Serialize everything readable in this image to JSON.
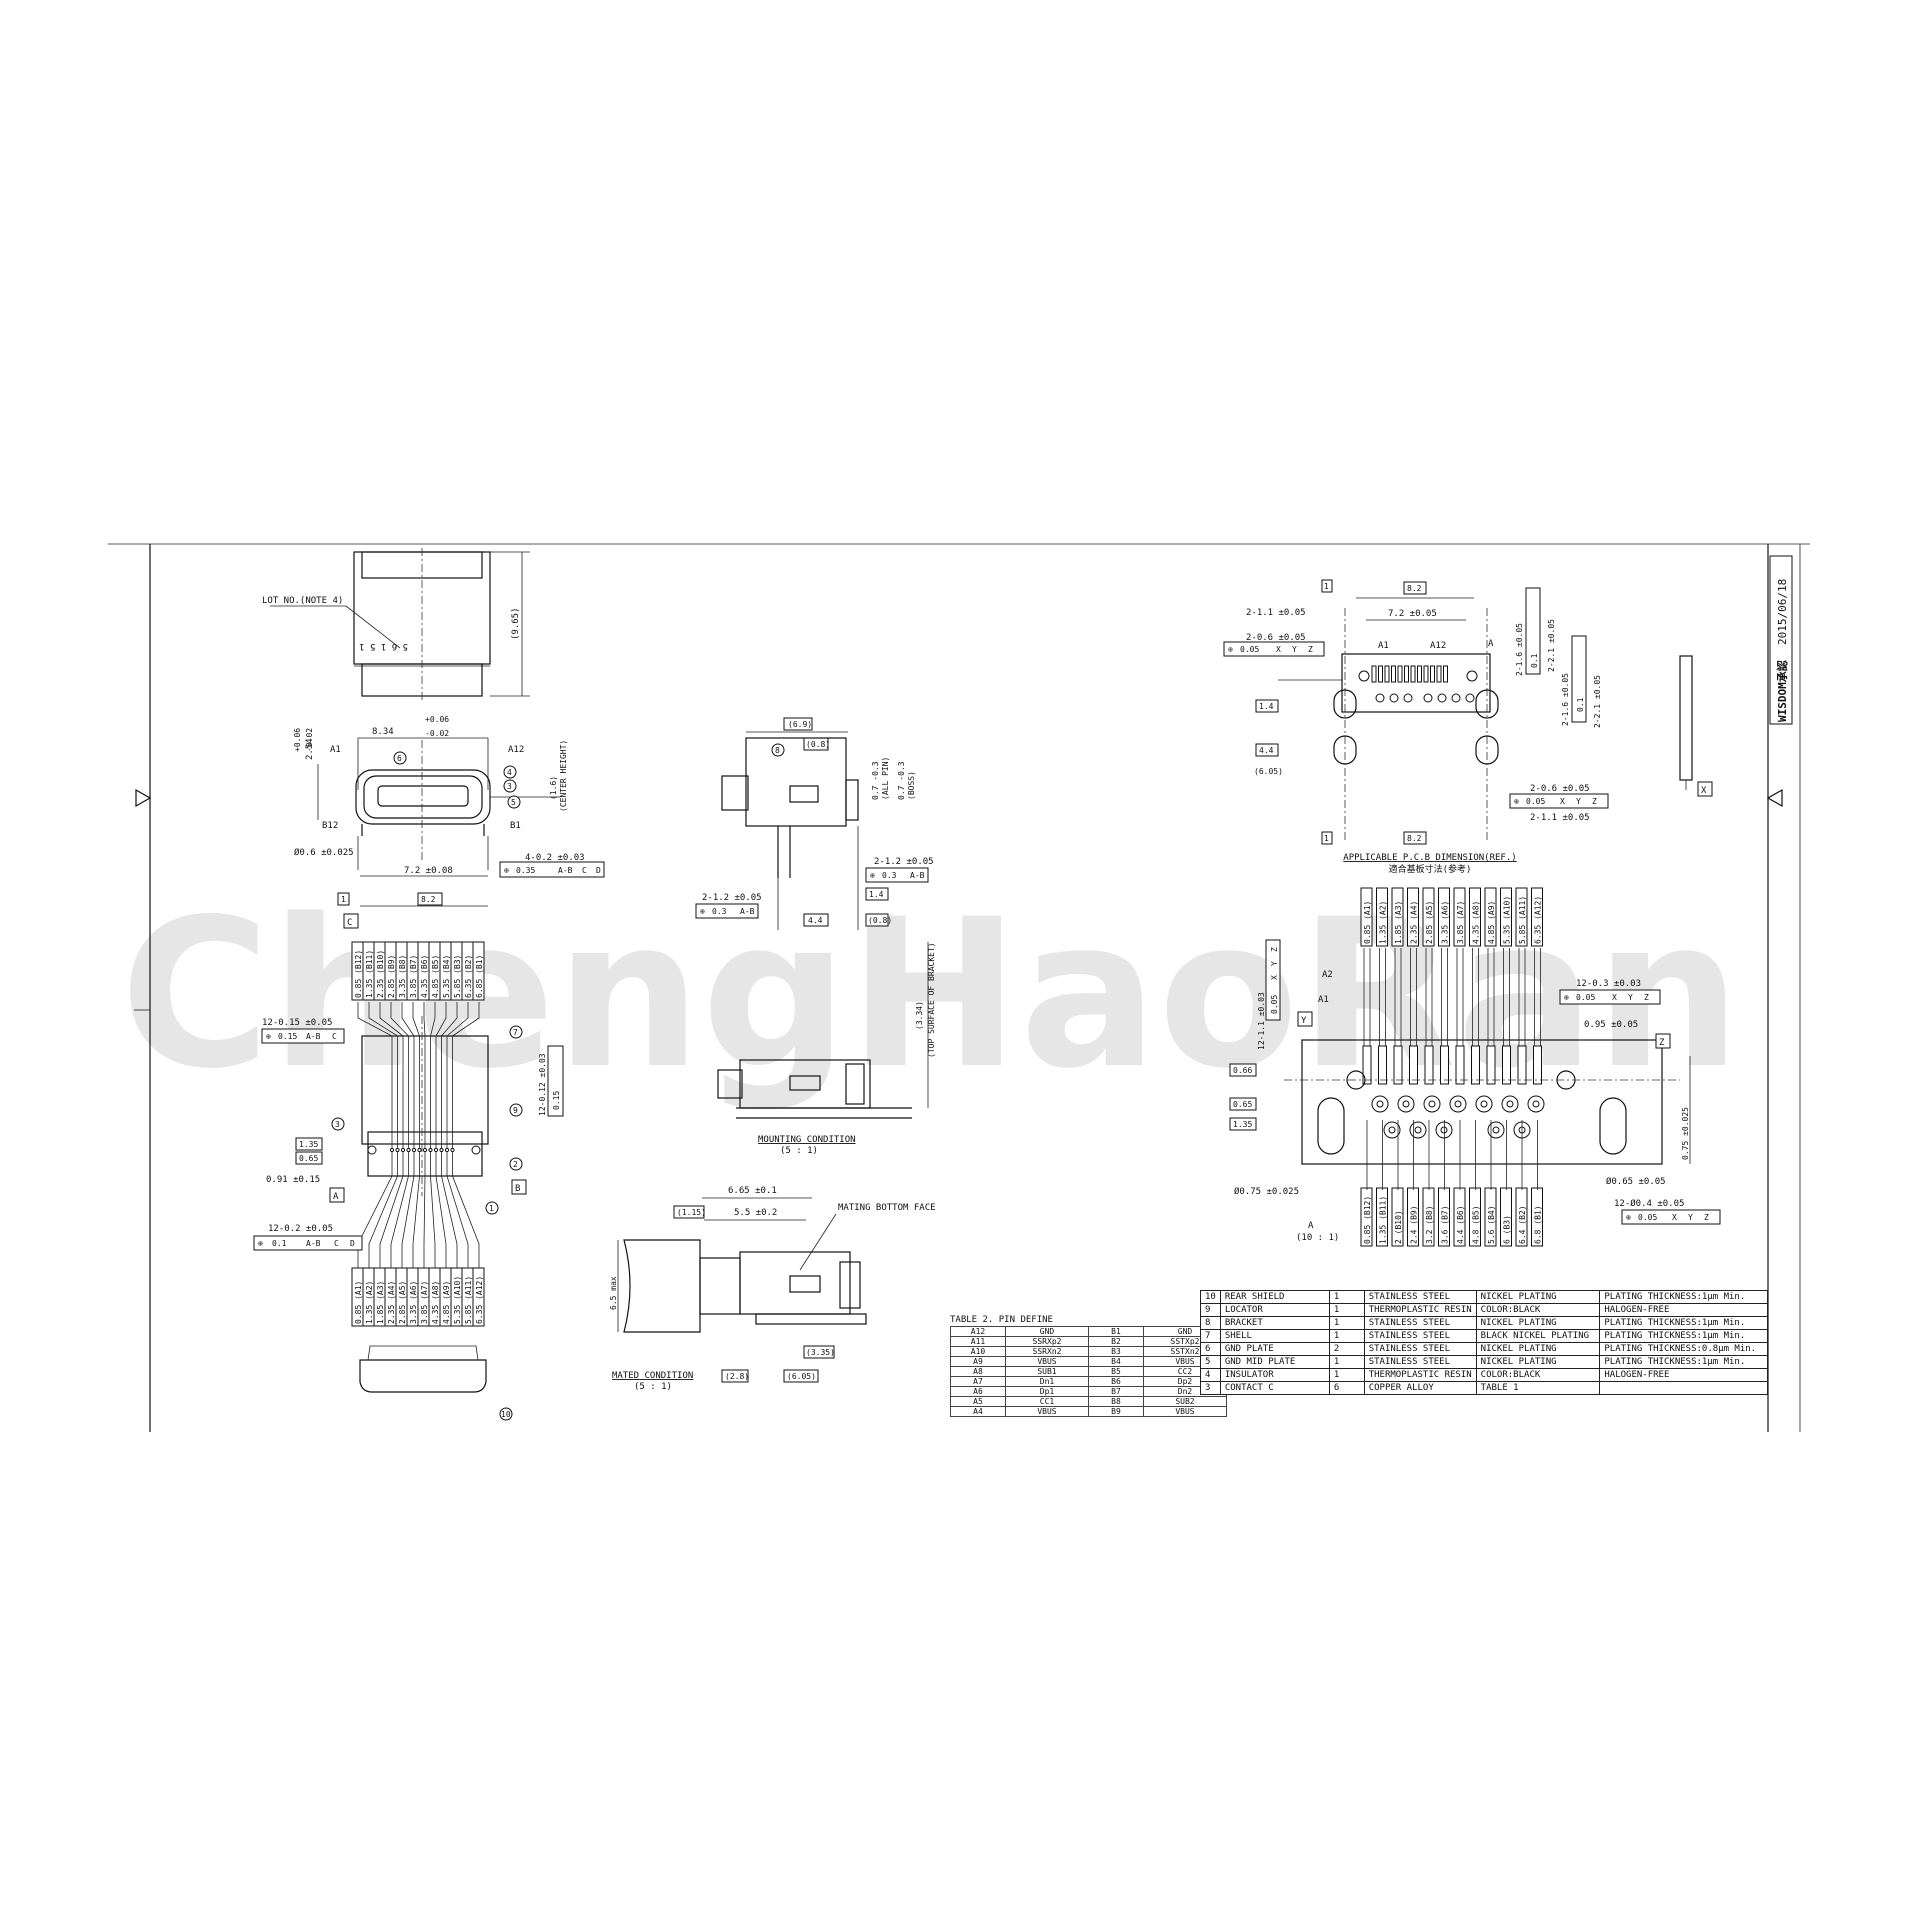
{
  "watermark": "ChengHaoRan",
  "title_block": {
    "logo": "WISDOM承認",
    "date": "2015/06/18"
  },
  "top_view": {
    "lot_label": "LOT NO.(NOTE 4)",
    "lot_number": "5 6 1 5 1",
    "height_dim": "(9.65)"
  },
  "front_view": {
    "width_dim": "8.34",
    "width_tol_plus": "+0.06",
    "width_tol_minus": "-0.02",
    "height_dim": "2.54",
    "height_tol_plus": "+0.06",
    "height_tol_minus": "-0.02",
    "center_height": "(1.6)",
    "center_height_note": "(CENTER HEIGHT)",
    "pin_a1": "A1",
    "pin_a12": "A12",
    "pin_b12": "B12",
    "pin_b1": "B1",
    "hole_dim": "Ø0.6 ±0.025",
    "pitch_dim": "7.2 ±0.08",
    "overall_dim": "8.2",
    "slot_dim": "4-0.2 ±0.03",
    "slot_tol": "0.35",
    "slot_datums": [
      "A-B",
      "C",
      "D"
    ],
    "datum_c": "C",
    "dim_1": "1"
  },
  "bottom_view": {
    "top_labels": [
      "0.85 (B12)",
      "1.35 (B11)",
      "2.35 (B10)",
      "2.85 (B9)",
      "3.35 (B8)",
      "3.85 (B7)",
      "4.35 (B6)",
      "4.85 (B5)",
      "5.35 (B4)",
      "5.85 (B3)",
      "6.35 (B2)",
      "6.85 (B1)"
    ],
    "bottom_labels": [
      "0.85 (A1)",
      "1.35 (A2)",
      "1.85 (A3)",
      "2.35 (A4)",
      "2.85 (A5)",
      "3.35 (A6)",
      "3.85 (A7)",
      "4.35 (A8)",
      "4.85 (A9)",
      "5.35 (A10)",
      "5.85 (A11)",
      "6.35 (A12)"
    ],
    "top_tol": "12-0.15 ±0.05",
    "top_tol_frame": "0.15",
    "top_tol_datums": [
      "A-B",
      "C"
    ],
    "bot_tol": "12-0.2 ±0.05",
    "bot_tol_frame": "0.1",
    "bot_tol_datums": [
      "A-B",
      "C",
      "D"
    ],
    "right_tol": "12-0.12 ±0.03",
    "right_tol_frame": "0.15",
    "dim_135": "1.35",
    "dim_065": "0.65",
    "dim_091": "0.91 ±0.15",
    "datum_a": "A",
    "datum_b": "B"
  },
  "side_view": {
    "dim_69": "(6.9)",
    "dim_08": "(0.8)",
    "dim_07a": "0.7 -0.3",
    "dim_07a_note": "(ALL PIN)",
    "dim_07b": "0.7 -0.3",
    "dim_07b_note": "(BOSS)",
    "slot_dim": "2-1.2 ±0.05",
    "slot_tol": "0.3",
    "slot_datum": "A-B",
    "slot_dim2": "2-1.2 ±0.05",
    "slot_tol2": "0.3",
    "slot_datum2": "A-B",
    "dim_14": "1.4",
    "dim_44": "4.4",
    "dim_08b": "(0.8)"
  },
  "mounting": {
    "title": "MOUNTING CONDITION",
    "scale": "(5 : 1)",
    "dim": "(3.34)",
    "dim_note": "(TOP SURFACE OF BRACKET)"
  },
  "mated": {
    "title": "MATED CONDITION",
    "scale": "(5 : 1)",
    "dim_665": "6.65 ±0.1",
    "dim_115": "(1.15)",
    "dim_55": "5.5 ±0.2",
    "face": "MATING BOTTOM FACE",
    "dim_65": "6.5 max",
    "dim_335": "(3.35)",
    "dim_28": "(2.8)",
    "dim_605": "(6.05)"
  },
  "pcb": {
    "title": "APPLICABLE P.C.B DIMENSION(REF.)",
    "title_cn": "適合基板寸法(参考)",
    "dim_82": "8.2",
    "dim_72": "7.2 ±0.05",
    "dim_211": "2-1.1 ±0.05",
    "dim_206": "2-0.6 ±0.05",
    "tol_005": "0.05",
    "datums": [
      "X",
      "Y",
      "Z"
    ],
    "a1": "A1",
    "a12": "A12",
    "a": "A",
    "dim_14": "1.4",
    "dim_44": "4.4",
    "dim_605": "(6.05)",
    "dim_82b": "8.2",
    "dim_1": "1",
    "v1": "2-1.6 ±0.05",
    "v1_tol": "0.1",
    "v2": "2-2.1 ±0.05",
    "v3": "2-1.6 ±0.05",
    "v3_tol": "0.1",
    "v4": "2-2.1 ±0.05",
    "b1": "2-0.6 ±0.05",
    "b1_tol": "0.05",
    "b2": "2-1.1 ±0.05",
    "datum_x": "X"
  },
  "detail_a": {
    "top_labels": [
      "0.85 (A1)",
      "1.35 (A2)",
      "1.85 (A3)",
      "2.35 (A4)",
      "2.85 (A5)",
      "3.35 (A6)",
      "3.85 (A7)",
      "4.35 (A8)",
      "4.85 (A9)",
      "5.35 (A10)",
      "5.85 (A11)",
      "6.35 (A12)"
    ],
    "bottom_labels": [
      "0.85 (B12)",
      "1.35 (B11)",
      "2 (B10)",
      "2.4 (B9)",
      "3.2 (B8)",
      "3.6 (B7)",
      "4.4 (B6)",
      "4.8 (B5)",
      "5.6 (B4)",
      "6 (B3)",
      "6.4 (B2)",
      "6.8 (B1)"
    ],
    "a2": "A2",
    "a1": "A1",
    "y": "Y",
    "z": "Z",
    "tol_12_11": "12-1.1 ±0.03",
    "tol_frame": "0.05",
    "datums": [
      "X",
      "Y",
      "Z"
    ],
    "tol_12_03": "12-0.3 ±0.03",
    "dim_095": "0.95 ±0.05",
    "dim_066": "0.66",
    "dim_065": "0.65",
    "dim_135": "1.35",
    "dim_075v": "0.75 ±0.025",
    "hole_065": "Ø0.65 ±0.05",
    "hole_075": "Ø0.75 ±0.025",
    "pad_04": "12-Ø0.4 ±0.05",
    "label": "A",
    "scale": "(10 : 1)"
  },
  "pin_table": {
    "title": "TABLE 2. PIN DEFINE",
    "rows": [
      [
        "A12",
        "GND",
        "B1",
        "GND"
      ],
      [
        "A11",
        "SSRXp2",
        "B2",
        "SSTXp2"
      ],
      [
        "A10",
        "SSRXn2",
        "B3",
        "SSTXn2"
      ],
      [
        "A9",
        "VBUS",
        "B4",
        "VBUS"
      ],
      [
        "A8",
        "SUB1",
        "B5",
        "CC2"
      ],
      [
        "A7",
        "Dn1",
        "B6",
        "Dp2"
      ],
      [
        "A6",
        "Dp1",
        "B7",
        "Dn2"
      ],
      [
        "A5",
        "CC1",
        "B8",
        "SUB2"
      ],
      [
        "A4",
        "VBUS",
        "B9",
        "VBUS"
      ]
    ]
  },
  "bom": {
    "rows": [
      [
        "10",
        "REAR SHIELD",
        "1",
        "STAINLESS STEEL",
        "NICKEL PLATING",
        "PLATING THICKNESS:1μm Min."
      ],
      [
        "9",
        "LOCATOR",
        "1",
        "THERMOPLASTIC RESIN",
        "COLOR:BLACK",
        "HALOGEN-FREE"
      ],
      [
        "8",
        "BRACKET",
        "1",
        "STAINLESS STEEL",
        "NICKEL PLATING",
        "PLATING THICKNESS:1μm Min."
      ],
      [
        "7",
        "SHELL",
        "1",
        "STAINLESS STEEL",
        "BLACK NICKEL PLATING",
        "PLATING THICKNESS:1μm Min."
      ],
      [
        "6",
        "GND PLATE",
        "2",
        "STAINLESS STEEL",
        "NICKEL PLATING",
        "PLATING THICKNESS:0.8μm Min."
      ],
      [
        "5",
        "GND MID PLATE",
        "1",
        "STAINLESS STEEL",
        "NICKEL PLATING",
        "PLATING THICKNESS:1μm Min."
      ],
      [
        "4",
        "INSULATOR",
        "1",
        "THERMOPLASTIC RESIN",
        "COLOR:BLACK",
        "HALOGEN-FREE"
      ],
      [
        "3",
        "CONTACT C",
        "6",
        "COPPER ALLOY",
        "TABLE 1",
        ""
      ]
    ]
  },
  "balloons": [
    "1",
    "2",
    "3",
    "4",
    "5",
    "6",
    "7",
    "8",
    "9",
    "10"
  ]
}
